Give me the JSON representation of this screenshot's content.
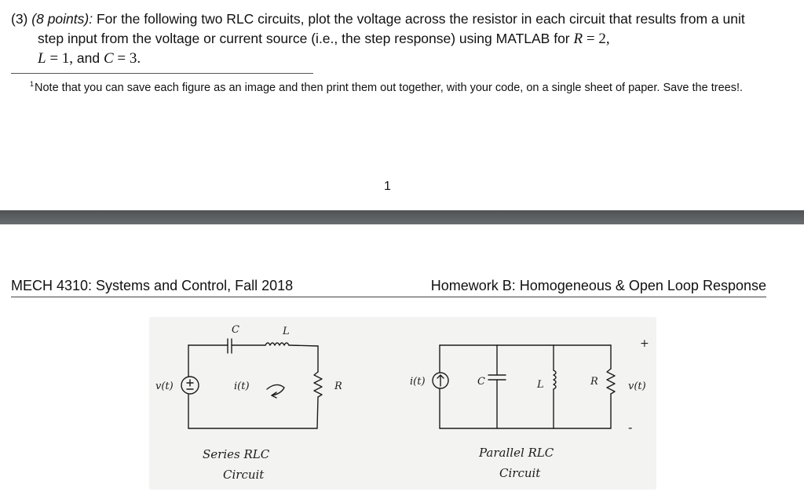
{
  "problem": {
    "number": "(3)",
    "points": "(8 points):",
    "line1": "For the following two RLC circuits, plot the voltage across the resistor in each circuit that results",
    "line2": "from a unit step input from the voltage or current source (i.e., the step response) using MATLAB for",
    "r_sym": "R",
    "r_eq": " = 2,",
    "l_sym": "L",
    "l_eq": " = 1,",
    "and_text": " and ",
    "c_sym": "C",
    "c_eq": " = 3."
  },
  "footnote": {
    "mark": "1",
    "text": "Note that you can save each figure as an image and then print them out together, with your code, on a single sheet of paper. Save the trees!."
  },
  "page": {
    "number": "1"
  },
  "header": {
    "left": "MECH 4310: Systems and Control, Fall 2018",
    "right": "Homework B: Homogeneous & Open Loop Response"
  },
  "series": {
    "c_label": "C",
    "l_label": "L",
    "r_label": "R",
    "source_label": "v(t)",
    "current_label": "i(t)",
    "caption1": "Series RLC",
    "caption2": "Circuit"
  },
  "parallel": {
    "source_label": "i(t)",
    "c_label": "C",
    "l_label": "L",
    "r_label": "R",
    "v_label": "v(t)",
    "plus": "+",
    "minus": "-",
    "caption1": "Parallel RLC",
    "caption2": "Circuit"
  },
  "colors": {
    "ink": "#1c1c1c",
    "divider": "#5b5e60"
  }
}
